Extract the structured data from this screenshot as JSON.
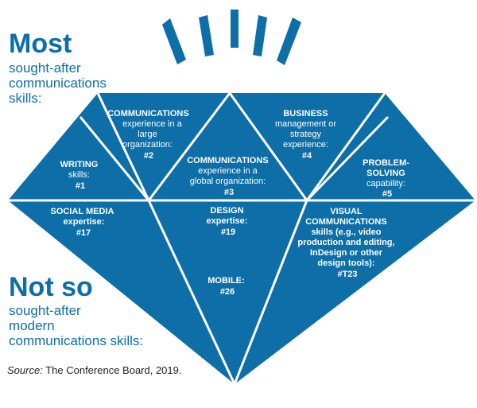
{
  "header_top": {
    "big": "Most",
    "lines": [
      "sought-after",
      "communications",
      "skills:"
    ]
  },
  "header_bottom": {
    "big": "Not so",
    "lines": [
      "sought-after",
      "modern",
      "communications skills:"
    ]
  },
  "source": {
    "label": "Source:",
    "text": "The Conference Board, 2019."
  },
  "colors": {
    "diamond": "#0d6ea8",
    "lines": "#ffffff",
    "text_blue": "#0d6ea8"
  },
  "facets": {
    "writing": {
      "lines": [
        [
          "WRITING",
          true
        ],
        [
          "skills:",
          false
        ],
        [
          "#1",
          true
        ]
      ]
    },
    "comms_large": {
      "lines": [
        [
          "COMMUNICATIONS",
          true
        ],
        [
          "experience in a",
          false
        ],
        [
          "large",
          false
        ],
        [
          "organization:",
          false
        ],
        [
          "#2",
          true
        ]
      ]
    },
    "comms_global": {
      "lines": [
        [
          "COMMUNICATIONS",
          true
        ],
        [
          "experience in a",
          false
        ],
        [
          "global organization:",
          false
        ],
        [
          "#3",
          true
        ]
      ]
    },
    "business": {
      "lines": [
        [
          "BUSINESS",
          true
        ],
        [
          "management or",
          false
        ],
        [
          "strategy",
          false
        ],
        [
          "experience:",
          false
        ],
        [
          "#4",
          true
        ]
      ]
    },
    "problem_solving": {
      "lines": [
        [
          "PROBLEM-",
          true
        ],
        [
          "SOLVING",
          true
        ],
        [
          "capability:",
          false
        ],
        [
          "#5",
          true
        ]
      ]
    },
    "social_media": {
      "lines": [
        [
          "SOCIAL MEDIA",
          true
        ],
        [
          "expertise:",
          true
        ],
        [
          "#17",
          true
        ]
      ]
    },
    "design": {
      "lines": [
        [
          "DESIGN",
          true
        ],
        [
          "expertise:",
          true
        ],
        [
          "#19",
          true
        ]
      ]
    },
    "mobile": {
      "lines": [
        [
          "MOBILE:",
          true
        ],
        [
          "#26",
          true
        ]
      ]
    },
    "visual": {
      "lines": [
        [
          "VISUAL",
          true
        ],
        [
          "COMMUNICATIONS",
          true
        ],
        [
          "skills (e.g., video",
          true
        ],
        [
          "production and editing,",
          true
        ],
        [
          "InDesign or other",
          true
        ],
        [
          "design tools):",
          true
        ],
        [
          "#T23",
          true
        ]
      ]
    }
  }
}
